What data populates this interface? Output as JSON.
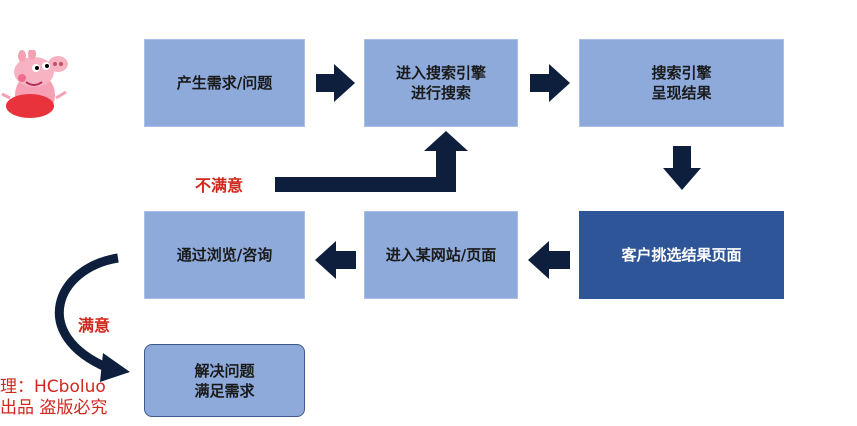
{
  "nodes": {
    "need": "产生需求/问题",
    "enter_engine": [
      "进入搜索引擎",
      "进行搜索"
    ],
    "engine_results": [
      "搜索引擎",
      "呈现结果"
    ],
    "pick": "客户挑选结果页面",
    "enter_site": "进入某网站/页面",
    "browse": "通过浏览/咨询",
    "solve": [
      "解决问题",
      "满足需求"
    ]
  },
  "labels": {
    "unsatisfied": "不满意",
    "satisfied": "满意"
  },
  "watermark": [
    "理：HCboluo",
    "出品 盗版必究"
  ],
  "colors": {
    "box": "#8eaadb",
    "box_dark": "#2e5597",
    "arrow": "#0d1f3c",
    "label_red": "#d0281e"
  }
}
